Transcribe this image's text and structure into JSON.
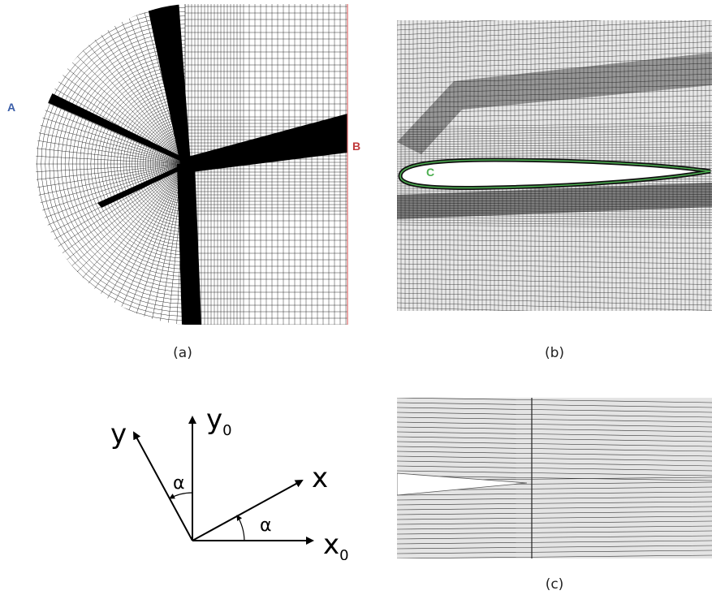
{
  "panels": {
    "a": {
      "caption": "(a)",
      "label_A": "A",
      "label_B": "B"
    },
    "b": {
      "caption": "(b)",
      "label_C": "C"
    },
    "c": {
      "caption": "(c)"
    }
  },
  "axes_diagram": {
    "y": "y",
    "y0_base": "y",
    "y0_sub": "0",
    "x": "x",
    "x0_base": "x",
    "x0_sub": "0",
    "alpha1": "α",
    "alpha2": "α"
  },
  "colors": {
    "label_A": "#3b5ea8",
    "label_B": "#c0393b",
    "label_C": "#4caf50",
    "boundary": "#e06a6a",
    "mesh": "#111111"
  }
}
